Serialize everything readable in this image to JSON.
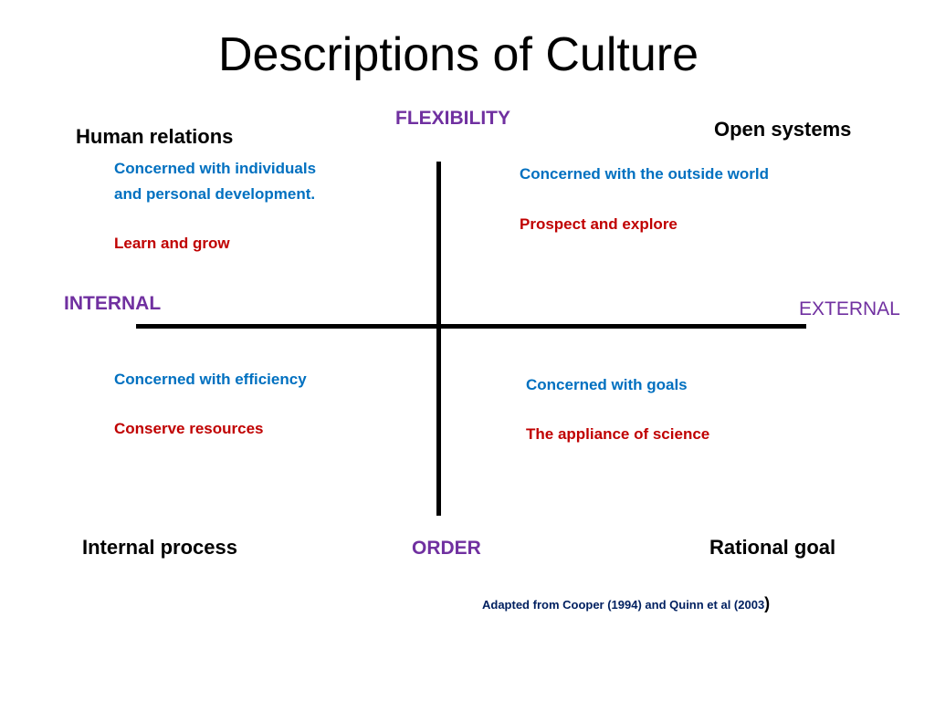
{
  "slide": {
    "title": "Descriptions of Culture"
  },
  "axes": {
    "top": "FLEXIBILITY",
    "bottom": "ORDER",
    "left": "INTERNAL",
    "right": "EXTERNAL"
  },
  "quadrants": {
    "top_left": {
      "title": "Human relations",
      "concern_line1": "Concerned with individuals",
      "concern_line2": "and personal development.",
      "action": "Learn and grow"
    },
    "top_right": {
      "title": "Open systems",
      "concern": "Concerned with the outside world",
      "action": "Prospect and explore"
    },
    "bottom_left": {
      "title": "Internal process",
      "concern": "Concerned with efficiency",
      "action": "Conserve resources"
    },
    "bottom_right": {
      "title": "Rational goal",
      "concern": "Concerned with goals",
      "action": "The appliance of science"
    }
  },
  "source": {
    "text": "Adapted from Cooper (1994) and Quinn et al (2003",
    "close": ")"
  },
  "colors": {
    "axis_label": "#7030a0",
    "concern_text": "#0070c0",
    "action_text": "#c00000",
    "source_text": "#002060"
  }
}
